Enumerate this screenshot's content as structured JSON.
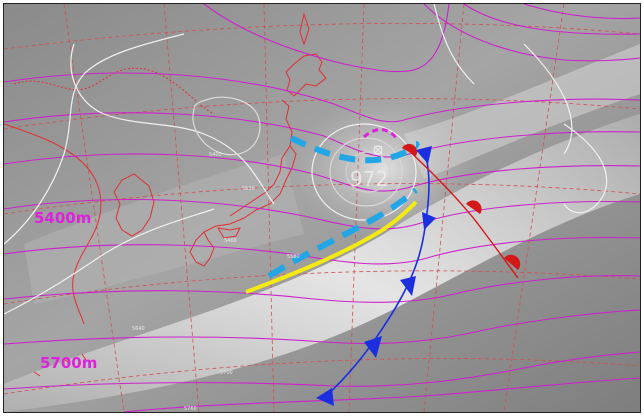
{
  "map": {
    "labels": {
      "height_5400": "5400m",
      "height_5700": "5700m",
      "low_pressure": "972",
      "contour_small": [
        "5520",
        "5460",
        "5580",
        "5640",
        "5700",
        "5760",
        "5400"
      ]
    },
    "colors": {
      "height_contour": "#cc22cc",
      "isobar": "#e8e8e8",
      "geography": "#e03030",
      "grid": "#d05050",
      "cold_front": "#1b2ee0",
      "warm_front": "#d41818",
      "jet_blue": "#22a6e6",
      "jet_yellow": "#f4ea12",
      "label_magenta": "#dd22dd"
    },
    "icons": [
      "cold-front-triangle-icon",
      "warm-front-semicircle-icon",
      "low-center-icon"
    ]
  }
}
